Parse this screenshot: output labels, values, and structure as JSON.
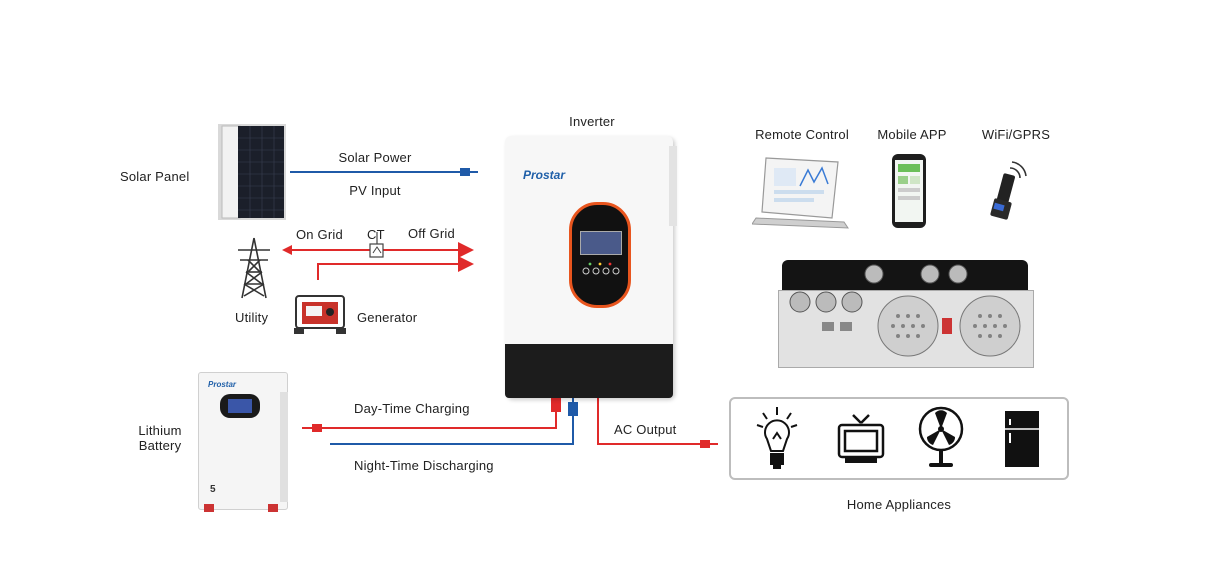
{
  "labels": {
    "inverter": "Inverter",
    "remote_control": "Remote Control",
    "mobile_app": "Mobile APP",
    "wifi_gprs": "WiFi/GPRS",
    "solar_panel": "Solar Panel",
    "solar_power": "Solar Power",
    "pv_input": "PV Input",
    "on_grid": "On Grid",
    "ct": "CT",
    "off_grid": "Off Grid",
    "utility": "Utility",
    "generator": "Generator",
    "lithium_battery_line1": "Lithium",
    "lithium_battery_line2": "Battery",
    "day_time_charging": "Day-Time Charging",
    "night_time_discharging": "Night-Time Discharging",
    "ac_output": "AC Output",
    "home_appliances": "Home Appliances"
  },
  "brand": {
    "inverter_logo": "Prostar",
    "battery_logo": "Prostar",
    "battery_capacity": "5"
  },
  "colors": {
    "ac_line": "#e02a2a",
    "dc_line": "#1f5aa8",
    "inverter_accent": "#e8551e"
  },
  "icons": [
    "solar-panel-icon",
    "pylon-icon",
    "generator-icon",
    "laptop-icon",
    "phone-icon",
    "wifi-dongle-icon",
    "bulb-icon",
    "tv-icon",
    "fan-icon",
    "fridge-icon"
  ]
}
